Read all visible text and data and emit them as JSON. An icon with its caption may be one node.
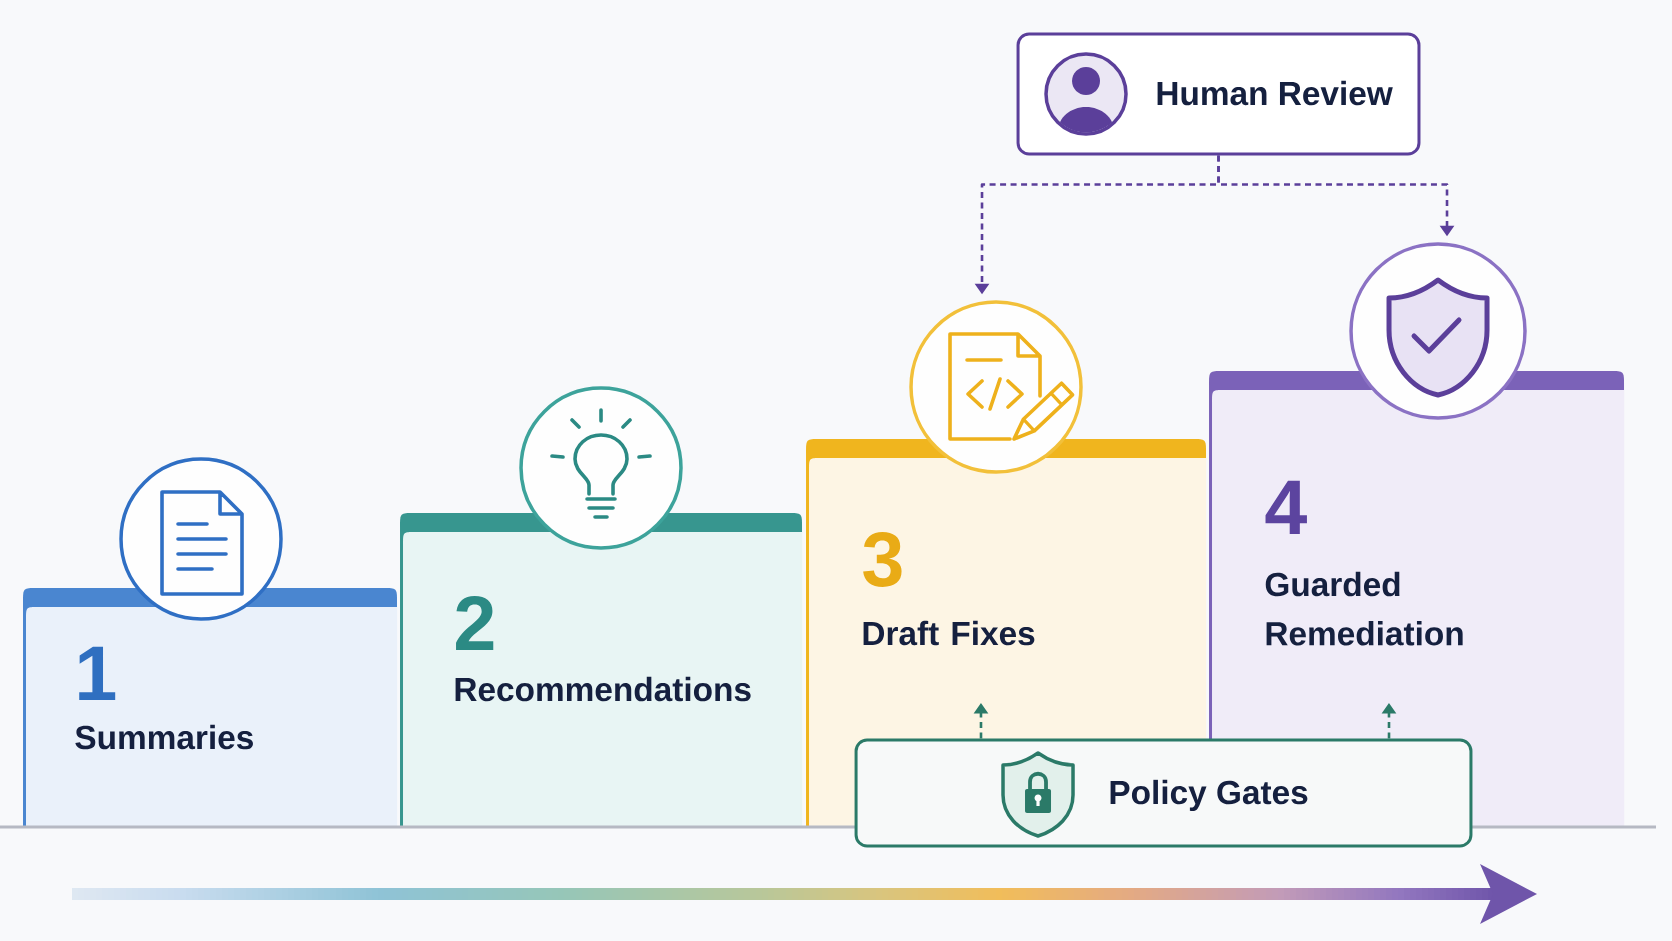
{
  "diagram": {
    "nodes": [
      {
        "text": [],
        "shape": "circle"
      },
      {
        "text": [
          "1",
          "Summaries"
        ]
      },
      {
        "text": [],
        "shape": "circle"
      },
      {
        "text": [
          "2",
          "Recommendations"
        ]
      },
      {
        "text": [],
        "shape": "circle"
      },
      {
        "text": [
          "3",
          "Draft Fixes"
        ]
      },
      {
        "text": [],
        "shape": "circle"
      },
      {
        "text": [
          "4",
          "Guarded Remediation"
        ]
      },
      {
        "text": [
          "Human Review"
        ]
      },
      {
        "text": [
          "Policy Gates"
        ]
      }
    ],
    "edges": [
      {
        "from": 8,
        "to": 4,
        "arrow": "to",
        "style": "dashed",
        "color": "#5b3f9a"
      },
      {
        "from": 8,
        "to": 6,
        "arrow": "to",
        "style": "dashed",
        "color": "#5b3f9a"
      },
      {
        "from": 9,
        "to": 5,
        "arrow": "to",
        "style": "dashed",
        "color": "#2b7a68"
      },
      {
        "from": 9,
        "to": 7,
        "arrow": "to",
        "style": "dashed",
        "color": "#2b7a68"
      }
    ]
  }
}
